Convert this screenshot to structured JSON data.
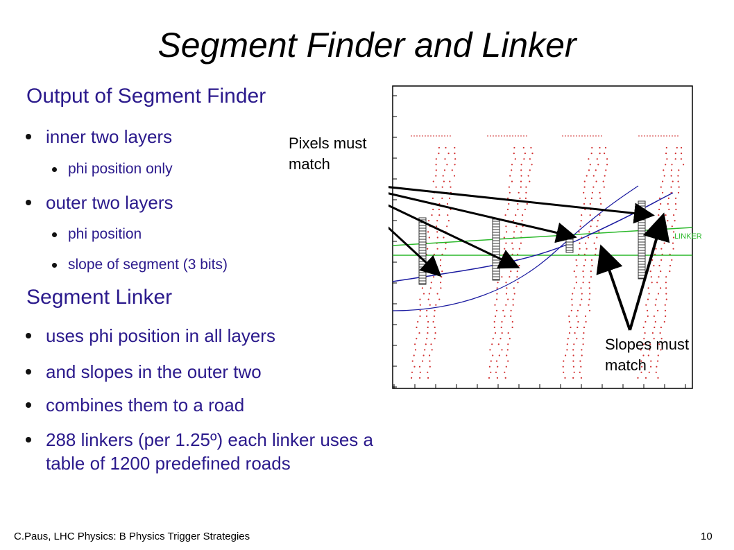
{
  "title": "Segment Finder and Linker",
  "sections": [
    {
      "heading": "Output of Segment Finder",
      "items": [
        {
          "text": "inner two layers",
          "subitems": [
            "phi position only"
          ]
        },
        {
          "text": "outer two layers",
          "subitems": [
            "phi position",
            "slope of segment (3 bits)"
          ]
        }
      ]
    },
    {
      "heading": "Segment Linker",
      "items": [
        {
          "text": "uses phi position in all layers"
        },
        {
          "text": "and slopes in the outer two"
        },
        {
          "text": "combines them to a road"
        },
        {
          "text": "288 linkers (per 1.25º) each linker uses a table of 1200 predefined roads"
        }
      ]
    }
  ],
  "figure": {
    "annotation_pixels": "Pixels must match",
    "annotation_slopes": "Slopes must match",
    "linker_label": "LINKER",
    "colors": {
      "track": "#1a1aa0",
      "hits": "#d23030",
      "linker_lines": "#2ab82a",
      "arrows": "#000000"
    }
  },
  "footer": {
    "left": "C.Paus, LHC Physics:  B Physics Trigger Strategies",
    "page": "10"
  }
}
